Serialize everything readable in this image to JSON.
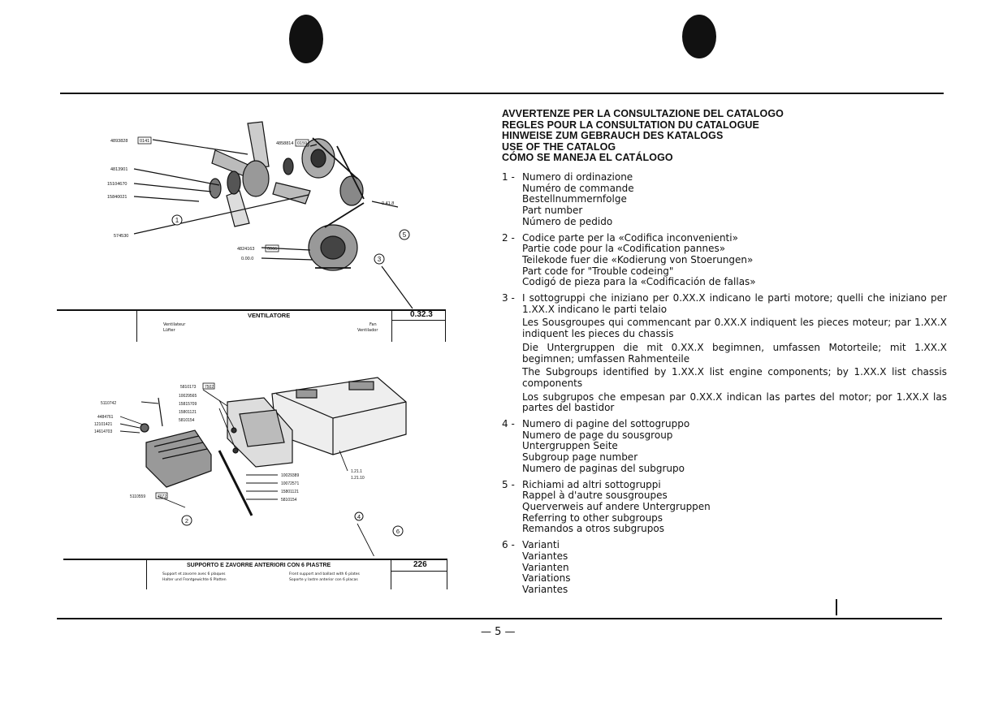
{
  "heading": {
    "lines": [
      "AVVERTENZE PER LA CONSULTAZIONE DEL CATALOGO",
      "REGLES POUR LA CONSULTATION DU CATALOGUE",
      "HINWEISE ZUM GEBRAUCH DES KATALOGS",
      "USE OF THE CATALOG",
      "CÓMO SE MANEJA EL CATÁLOGO"
    ]
  },
  "items": [
    {
      "num": "1  -",
      "lines": [
        "Numero di ordinazione",
        "Numéro de commande",
        "Bestellnummernfolge",
        "Part number",
        "Número de pedido"
      ]
    },
    {
      "num": "2  -",
      "lines": [
        "Codice parte per la «Codifica inconvenienti»",
        "Partie code pour la «Codification pannes»",
        "Teilekode fuer die «Kodierung von Stoerungen»",
        "Part code for \"Trouble codeing\"",
        "Codigó de pieza para la «Codificación de fallas»"
      ]
    },
    {
      "num": "3  -",
      "paras": [
        "I sottogruppi che iniziano per 0.XX.X indicano le parti motore; quelli che iniziano per 1.XX.X indicano le parti telaio",
        "Les Sousgroupes qui commencant par 0.XX.X indiquent les pieces moteur; par 1.XX.X indiquent les pieces du chassis",
        "Die Untergruppen die mit 0.XX.X begimnen, umfassen Motorteile; mit 1.XX.X begimnen; umfassen Rahmenteile",
        "The Subgroups identified by 1.XX.X list engine components; by 1.XX.X list chassis components",
        "Los subgrupos che empesan par 0.XX.X indican las partes del motor; por 1.XX.X las partes del bastidor"
      ]
    },
    {
      "num": "4  -",
      "lines": [
        "Numero di pagine del sottogruppo",
        "Numero de page du sousgroup",
        "Untergruppen Seite",
        "Subgroup page number",
        "Numero de paginas del subgrupo"
      ]
    },
    {
      "num": "5  -",
      "lines": [
        "Richiami ad altri sottogruppi",
        "Rappel à d'autre sousgroupes",
        "Querverweis auf andere Untergruppen",
        "Referring to other subgroups",
        "Remandos a otros subgrupos"
      ]
    },
    {
      "num": "6  -",
      "lines": [
        "Varianti",
        "Variantes",
        "Varianten",
        "Variations",
        "Variantes"
      ]
    }
  ],
  "diagram1": {
    "title": "VENTILATORE",
    "code": "0.32.3",
    "sub_left": [
      "Ventilateur",
      "Lüfter"
    ],
    "sub_right": [
      "Fan",
      "Ventilador"
    ],
    "callouts": [
      "1",
      "3",
      "5"
    ],
    "part_numbers": [
      "4893828",
      "4813901",
      "15104670",
      "15840021",
      "574530",
      "4824163",
      "4858814",
      "0.41.8",
      "0.00.0"
    ],
    "boxes": [
      "0141",
      "0159",
      "0066"
    ]
  },
  "diagram2": {
    "title": "SUPPORTO E ZAVORRE ANTERIORI CON 6 PIASTRE",
    "code": "226",
    "sub_left": [
      "Support et zavorre avec 6 plaques",
      "Halter und Frontgewichte 6 Platten"
    ],
    "sub_right": [
      "Front support and ballast with 6 plates",
      "Soporte y lastre anterior con 6 placas"
    ],
    "callouts": [
      "2",
      "4",
      "6"
    ],
    "part_numbers": [
      "5110742",
      "4484761",
      "12101421",
      "14614703",
      "5110559",
      "5810173",
      "10029565",
      "15815709",
      "15801121",
      "5810154",
      "10072571",
      "15801121",
      "5810154",
      "1.21.1",
      "1.21.10"
    ],
    "boxes": [
      "7502",
      "7072"
    ]
  },
  "page_number": "— 5 —"
}
